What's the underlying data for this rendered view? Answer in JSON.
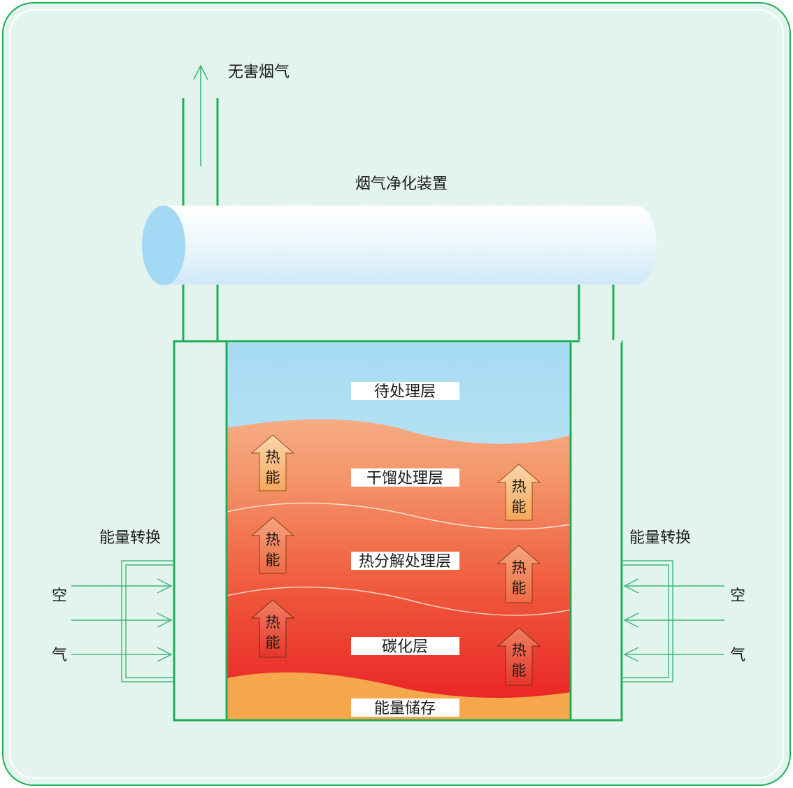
{
  "labels": {
    "exhaust": "无害烟气",
    "purifier": "烟气净化装置",
    "energy_conversion_left": "能量转换",
    "energy_conversion_right": "能量转换",
    "air_left_top": "空",
    "air_left_bottom": "气",
    "air_right_top": "空",
    "air_right_bottom": "气"
  },
  "layers": [
    {
      "label": "待处理层",
      "color": "#aadcf2"
    },
    {
      "label": "干馏处理层",
      "color": "#f7b48f"
    },
    {
      "label": "热分解处理层",
      "color": "#f07a55"
    },
    {
      "label": "碳化层",
      "color": "#ec2d26"
    },
    {
      "label": "能量储存",
      "color": "#f7a74b"
    }
  ],
  "heat_arrows": [
    {
      "char1": "热",
      "char2": "能"
    },
    {
      "char1": "热",
      "char2": "能"
    },
    {
      "char1": "热",
      "char2": "能"
    },
    {
      "char1": "热",
      "char2": "能"
    },
    {
      "char1": "热",
      "char2": "能"
    },
    {
      "char1": "热",
      "char2": "能"
    }
  ],
  "colors": {
    "background": "#e3f4ee",
    "frame": "#1fae58",
    "air_lines": "#3cb878"
  }
}
